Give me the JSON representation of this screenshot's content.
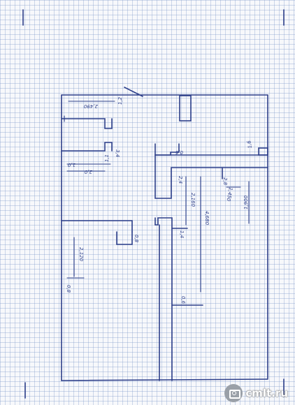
{
  "plan": {
    "dimensions": {
      "d1": "2,490",
      "d2": "1,2",
      "d3": "1,1",
      "d4": "0,6",
      "d5": "3,4",
      "d6": "1,0",
      "d7": "2,0",
      "d8": "2,4",
      "d9": "2,160",
      "d10": "4,680",
      "d11": "1,6",
      "d12": "1,450",
      "d13": "1,900",
      "d14": "2,8",
      "d15": "0,8",
      "d16": "2,120",
      "d17": "0,8",
      "d18": "1,4",
      "d19": "0,6"
    }
  },
  "watermark": {
    "brand": "cmlt.ru",
    "logo_icon": "camera-icon"
  }
}
